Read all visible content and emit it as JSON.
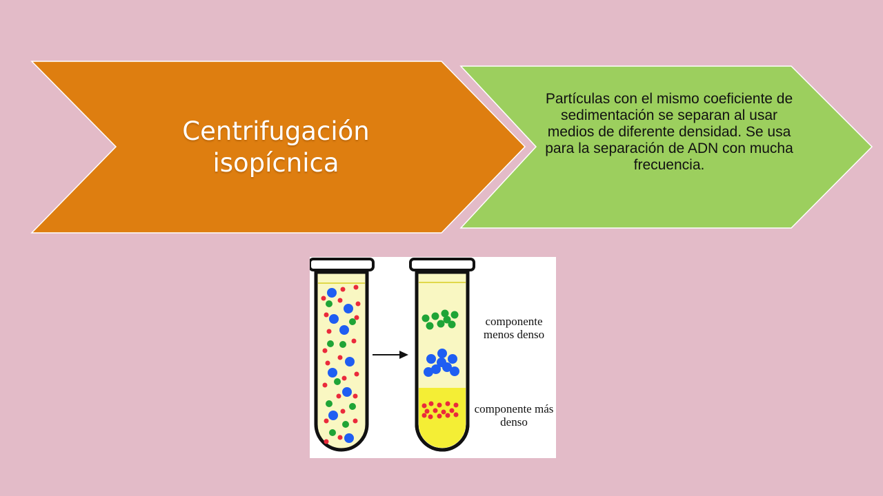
{
  "slide": {
    "title": "Centrifugación isopícnica",
    "description": "Partículas con el mismo coeficiente de sedimentación se separan al usar medios de diferente densidad. Se usa para la separación de ADN con mucha frecuencia."
  },
  "figure": {
    "label_less_dense": "componente menos denso",
    "label_more_dense": "componente más denso"
  },
  "colors": {
    "background": "#e3bbc8",
    "orange_chevron": "#de7e10",
    "green_chevron": "#9ccf5e",
    "tube_fill": "#f9f7c2",
    "tube_bottom_fill": "#f4ee35",
    "particle_blue": "#1f5ef2",
    "particle_green": "#1fa436",
    "particle_red": "#ea2a3b"
  }
}
